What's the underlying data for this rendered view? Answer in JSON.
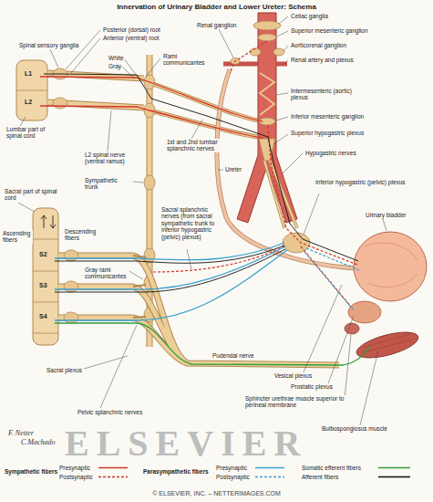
{
  "diagram": {
    "title": "Innervation of Urinary Bladder and Lower Ureter: Schema",
    "caption": "© ELSEVIER, INC. – NETTERIMAGES.COM",
    "labels": [
      "Spinal sensory ganglia",
      "Posterior (dorsal) root",
      "Anterior (ventral) root",
      "White",
      "Gray",
      "Rami communicantes",
      "Renal ganglion",
      "Celiac ganglia",
      "Superior mesenteric ganglion",
      "Aorticorenal ganglion",
      "Renal artery and plexus",
      "L1",
      "L2",
      "Intermesenteric (aortic) plexus",
      "Inferior mesenteric ganglion",
      "Lumbar part of spinal cord",
      "1st and 2nd lumbar splanchnic nerves",
      "Superior hypogastric plexus",
      "L2 spinal nerve (ventral ramus)",
      "Hypogastric nerves",
      "Ureter",
      "Sympathetic trunk",
      "Inferior hypogastric (pelvic) plexus",
      "Sacral part of spinal cord",
      "Urinary bladder",
      "Ascending fibers",
      "Descending fibers",
      "Sacral splanchnic nerves (from sacral sympathetic trunk to inferior hypogastric (pelvic) plexus)",
      "Gray rami communicantes",
      "S2",
      "S3",
      "S4",
      "Pudendal nerve",
      "Vesical plexus",
      "Sacral plexus",
      "Prostatic plexus",
      "Sphincter urethrae muscle superior to perineal membrane",
      "Pelvic splanchnic nerves",
      "Bulbospongiosus muscle",
      "F. Netter",
      "C.Machado",
      "ELSEVIER",
      "Sympathetic fibers",
      "Parasympathetic fibers"
    ],
    "legend": [
      {
        "text": "Presynaptic"
      },
      {
        "text": "Postsynaptic"
      },
      {
        "text": "Presynaptic"
      },
      {
        "text": "Postsynaptic"
      },
      {
        "text": "Somatic efferent fibers"
      },
      {
        "text": "Afferent fibers"
      }
    ]
  }
}
